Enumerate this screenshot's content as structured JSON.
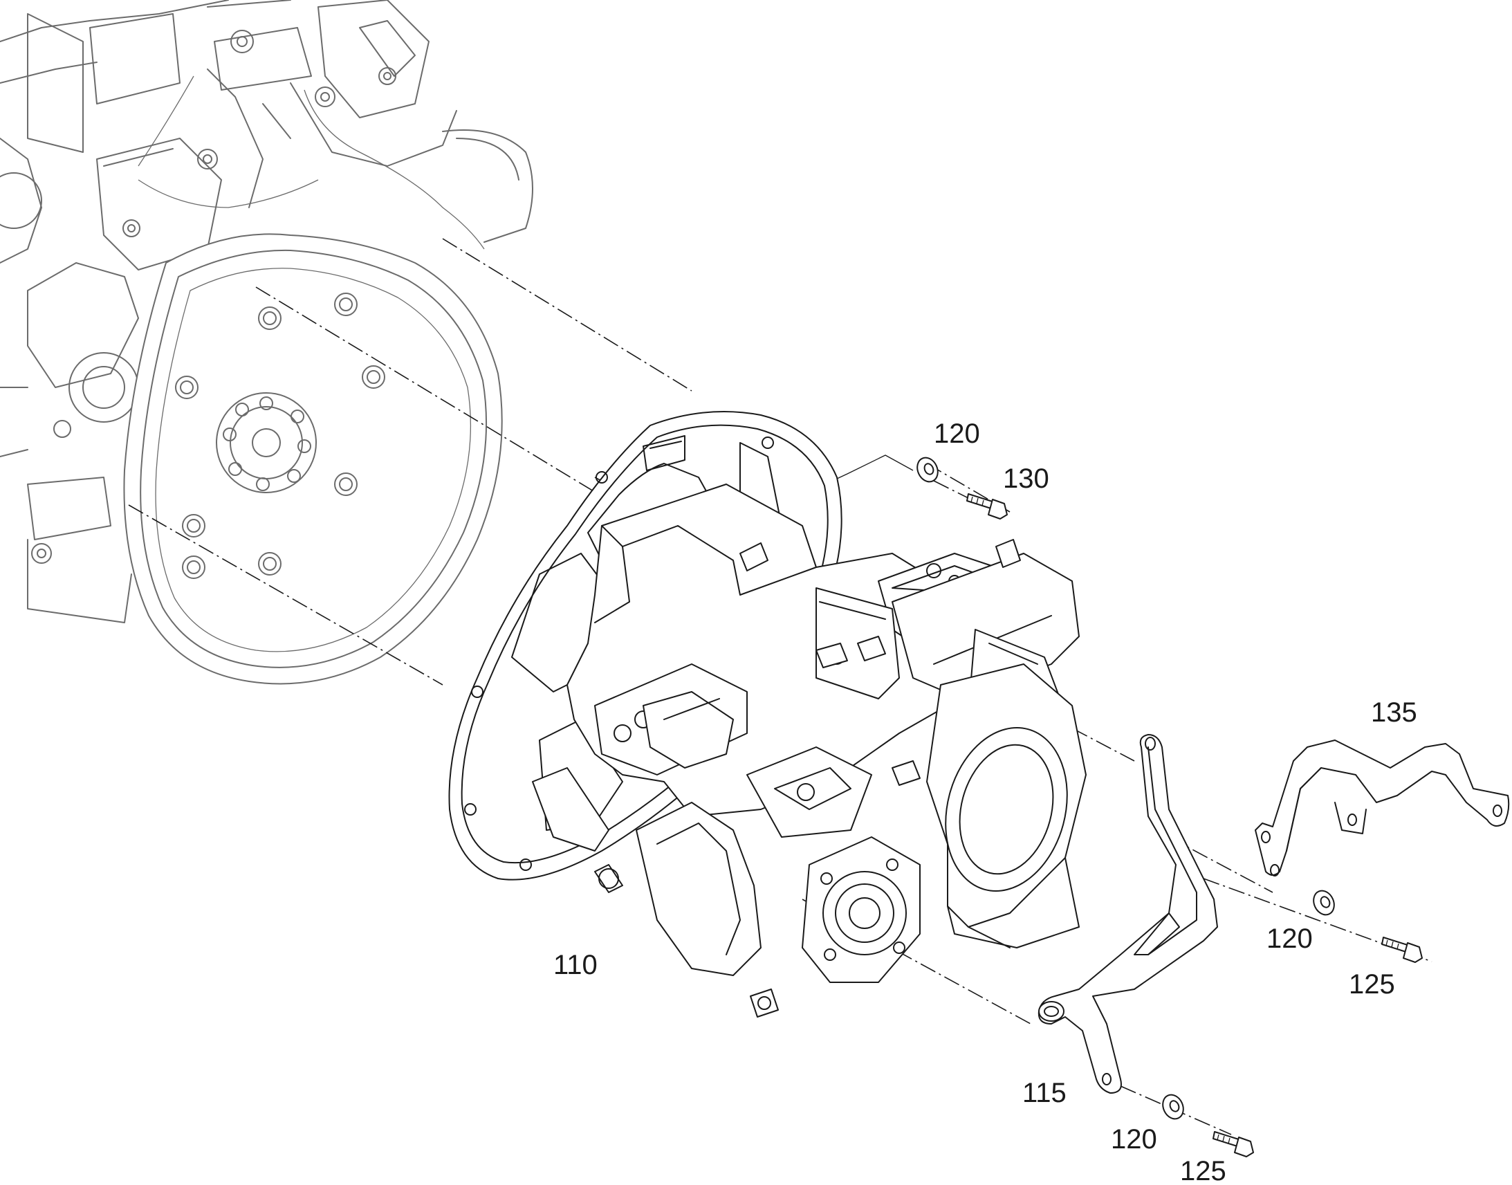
{
  "callouts": {
    "washer_top": "120",
    "bolt_top": "130",
    "housing": "110",
    "bracket_left": "115",
    "washer_left": "120",
    "bolt_left": "125",
    "bracket_right": "135",
    "washer_right": "120",
    "bolt_right": "125"
  },
  "colors": {
    "line": "#1a1a1a",
    "engine_line": "#6b6b6b",
    "background": "#ffffff"
  }
}
